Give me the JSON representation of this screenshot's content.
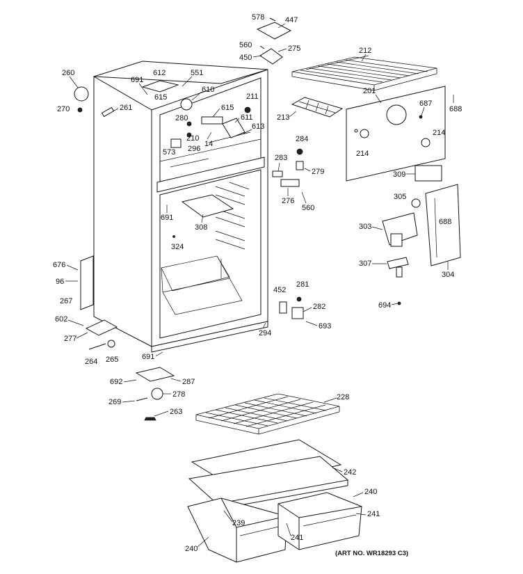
{
  "diagram": {
    "title": "",
    "art_number": "(ART NO. WR18293 C3)",
    "part_labels": [
      "578",
      "447",
      "560",
      "450",
      "275",
      "212",
      "201",
      "688",
      "687",
      "214",
      "214",
      "213",
      "284",
      "279",
      "283",
      "276",
      "560",
      "309",
      "305",
      "303",
      "688",
      "307",
      "304",
      "694",
      "260",
      "270",
      "691",
      "612",
      "551",
      "615",
      "610",
      "211",
      "261",
      "615",
      "611",
      "280",
      "613",
      "210",
      "14",
      "573",
      "296",
      "691",
      "308",
      "324",
      "676",
      "96",
      "267",
      "452",
      "281",
      "282",
      "693",
      "294",
      "602",
      "277",
      "691",
      "264",
      "265",
      "692",
      "287",
      "278",
      "269",
      "263",
      "228",
      "242",
      "240",
      "241",
      "239",
      "241",
      "240"
    ]
  }
}
